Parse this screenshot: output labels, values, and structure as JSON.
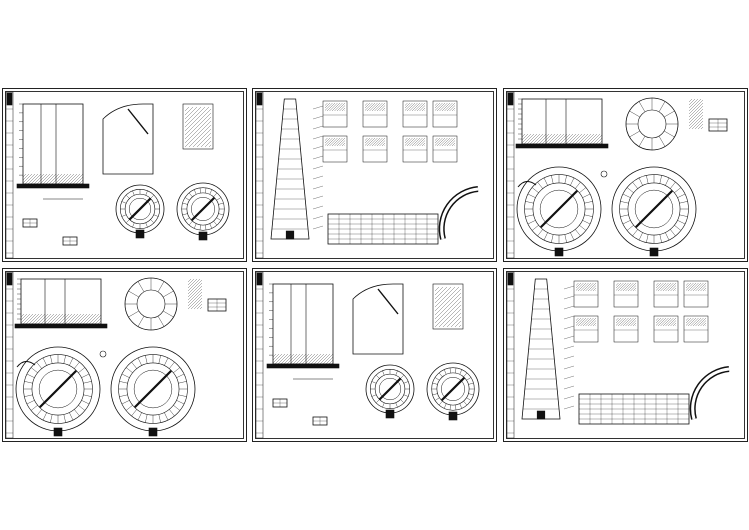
{
  "drawing_set": {
    "sheet_count": 6,
    "line_color": "#111111",
    "background": "#ffffff"
  },
  "sheets": [
    {
      "id": "s1",
      "type": "elevation-section"
    },
    {
      "id": "s2",
      "type": "tower-detail-table"
    },
    {
      "id": "s3",
      "type": "round-plans"
    },
    {
      "id": "s4",
      "type": "round-plans"
    },
    {
      "id": "s5",
      "type": "elevation-section"
    },
    {
      "id": "s6",
      "type": "tower-detail-table"
    }
  ]
}
